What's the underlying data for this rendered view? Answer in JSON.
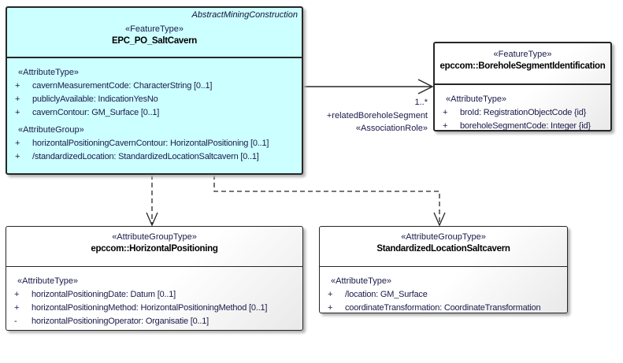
{
  "colors": {
    "class_fill": "#ccffff",
    "object_fill": "#ffffff",
    "border": "#262626",
    "text": "#1a1a4a"
  },
  "classes": {
    "saltcavern": {
      "annotation": "AbstractMiningConstruction",
      "stereotype": "«FeatureType»",
      "name": "EPC_PO_SaltCavern",
      "sections": [
        {
          "stereotype": "«AttributeType»",
          "attributes": [
            {
              "vis": "+",
              "text": "cavernMeasurementCode: CharacterString [0..1]"
            },
            {
              "vis": "+",
              "text": "publiclyAvailable: IndicationYesNo"
            },
            {
              "vis": "+",
              "text": "cavernContour: GM_Surface [0..1]"
            }
          ]
        },
        {
          "stereotype": "«AttributeGroup»",
          "attributes": [
            {
              "vis": "+",
              "text": "horizontalPositioningCavernContour: HorizontalPositioning [0..1]"
            },
            {
              "vis": "+",
              "text": "/standardizedLocation: StandardizedLocationSaltcavern [0..1]"
            }
          ]
        }
      ]
    },
    "borehole": {
      "stereotype": "«FeatureType»",
      "name": "epccom::BoreholeSegmentIdentification",
      "sections": [
        {
          "stereotype": "«AttributeType»",
          "attributes": [
            {
              "vis": "+",
              "text": "broId: RegistrationObjectCode {id}"
            },
            {
              "vis": "+",
              "text": "boreholeSegmentCode: Integer {id}"
            }
          ]
        }
      ]
    },
    "horizontal_positioning": {
      "stereotype": "«AttributeGroupType»",
      "name": "epccom::HorizontalPositioning",
      "sections": [
        {
          "stereotype": "«AttributeType»",
          "attributes": [
            {
              "vis": "+",
              "text": "horizontalPositioningDate: Datum [0..1]"
            },
            {
              "vis": "+",
              "text": "horizontalPositioningMethod: HorizontalPositioningMethod [0..1]"
            },
            {
              "vis": "-",
              "text": "horizontalPositioningOperator: Organisatie [0..1]"
            }
          ]
        }
      ]
    },
    "standardized_location": {
      "stereotype": "«AttributeGroupType»",
      "name": "StandardizedLocationSaltcavern",
      "sections": [
        {
          "stereotype": "«AttributeType»",
          "attributes": [
            {
              "vis": "+",
              "text": "/location: GM_Surface"
            },
            {
              "vis": "+",
              "text": "coordinateTransformation: CoordinateTransformation"
            }
          ]
        }
      ]
    }
  },
  "association": {
    "multiplicity": "1..*",
    "role_name": "+relatedBoreholeSegment",
    "stereotype": "«AssociationRole»"
  }
}
